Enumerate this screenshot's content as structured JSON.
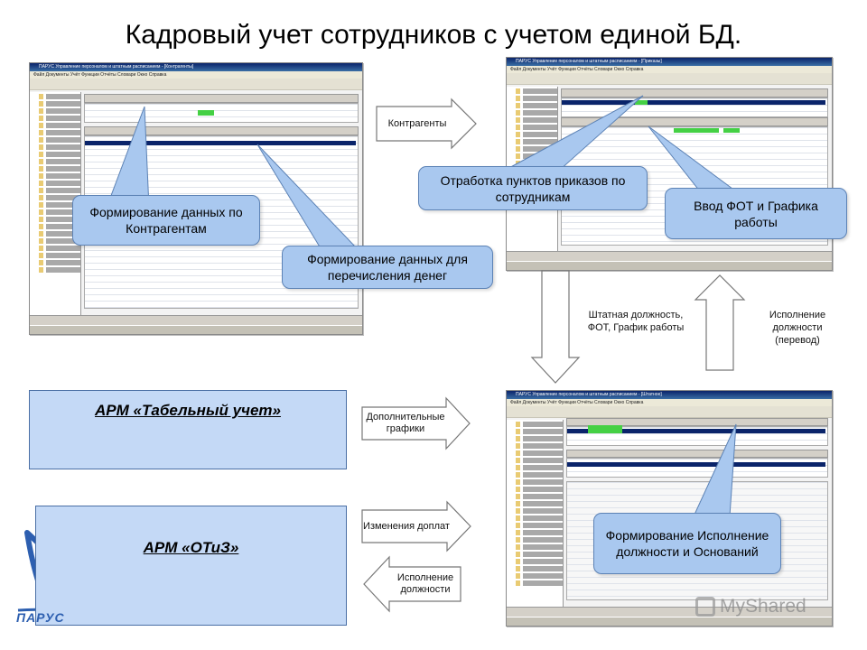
{
  "title": "Кадровый учет сотрудников с учетом единой БД.",
  "windows": {
    "w1_title": "ПАРУС Управление персоналом и штатным расписанием - [Контрагенты]",
    "w2_title": "ПАРУС Управление персоналом и штатным расписанием - [Приказы]",
    "w3_title": "ПАРУС Управление персоналом и штатным расписанием - [Штатное]",
    "menu": "Файл  Документы  Учёт  Функции  Отчёты  Словари  Окно  Справка"
  },
  "callouts": {
    "contragents_data": "Формирование данных по Контрагентам",
    "money_transfer": "Формирование данных для перечисления денег",
    "orders_processing": "Отработка пунктов приказов по сотрудникам",
    "fot_schedule": "Ввод ФОТ и Графика работы",
    "position_execution": "Формирование Исполнение должности и Оснований"
  },
  "arrows": {
    "contragents": "Контрагенты",
    "additional_schedules": "Дополнительные графики",
    "allowance_changes": "Изменения доплат",
    "position_execution": "Исполнение должности"
  },
  "captions": {
    "staff_position": "Штатная должность, ФОТ, График работы",
    "position_transfer": "Исполнение должности (перевод)"
  },
  "arm": {
    "timesheet": "АРМ «Табельный учет»",
    "otiz": "АРМ «ОТиЗ»"
  },
  "logo_text": "ПАРУС",
  "watermark": "MyShared",
  "colors": {
    "callout_fill": "#a9c8ef",
    "arm_fill": "#c4d9f6",
    "logo_blue": "#2d5fb0"
  }
}
